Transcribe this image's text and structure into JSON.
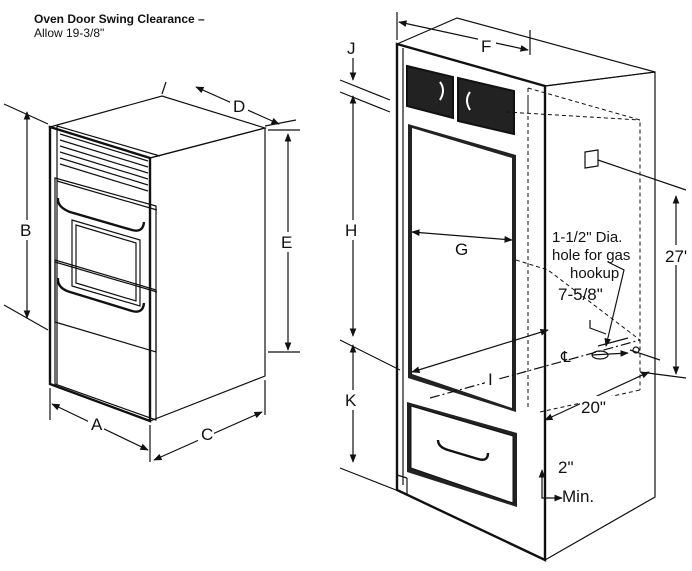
{
  "clearance_note": {
    "title": "Oven Door Swing Clearance –",
    "value": "Allow 19-3/8\""
  },
  "oven_dimensions": {
    "A": "A",
    "B": "B",
    "C": "C",
    "D": "D",
    "E": "E"
  },
  "cabinet_dimensions": {
    "F": "F",
    "G": "G",
    "H": "H",
    "I": "I",
    "J": "J",
    "K": "K"
  },
  "gas_hole_note": {
    "line1": "1-1/2\" Dia.",
    "line2": "hole for gas",
    "line3": "hookup"
  },
  "measurements": {
    "offset": "7-5/8\"",
    "centerline": "℄",
    "height_27": "27'",
    "depth_20": "20\"",
    "min_2": "2\"",
    "min_label": "Min."
  },
  "colors": {
    "line": "#111111",
    "background": "#ffffff",
    "dark_face": "#222222"
  }
}
